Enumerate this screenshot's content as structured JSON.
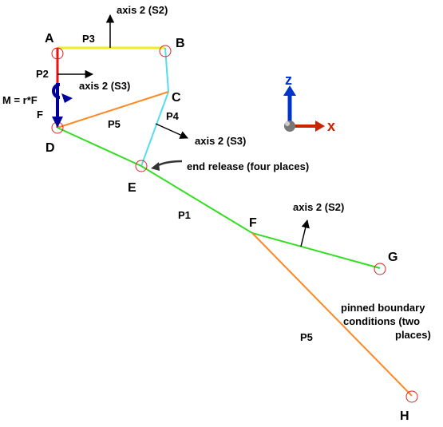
{
  "nodes": {
    "A": "A",
    "B": "B",
    "C": "C",
    "D": "D",
    "E": "E",
    "F": "F",
    "G": "G",
    "H": "H"
  },
  "members": {
    "P1": "P1",
    "P2": "P2",
    "P3": "P3",
    "P4": "P4",
    "P5_upper": "P5",
    "P5_lower": "P5"
  },
  "local_axes": {
    "s2_top": "axis 2 (S2)",
    "s3_p2": "axis 2 (S3)",
    "s3_p4": "axis 2 (S3)",
    "s2_fg": "axis 2 (S2)"
  },
  "moment": {
    "label": "M = r*F",
    "force_label": "F"
  },
  "annotations": {
    "end_release": "end release (four places)",
    "pinned_line1": "pinned boundary",
    "pinned_line2": "conditions (two",
    "pinned_line3": "places)"
  },
  "coord_system": {
    "z_label": "z",
    "x_label": "x"
  },
  "colors": {
    "P1": "#33dd22",
    "P2": "#ee1111",
    "P3": "#eeee22",
    "P4": "#55ddee",
    "P5": "#ff8822",
    "node_circle": "#dd2222",
    "force": "#000099",
    "z_axis": "#0033cc",
    "x_axis": "#cc2200"
  }
}
